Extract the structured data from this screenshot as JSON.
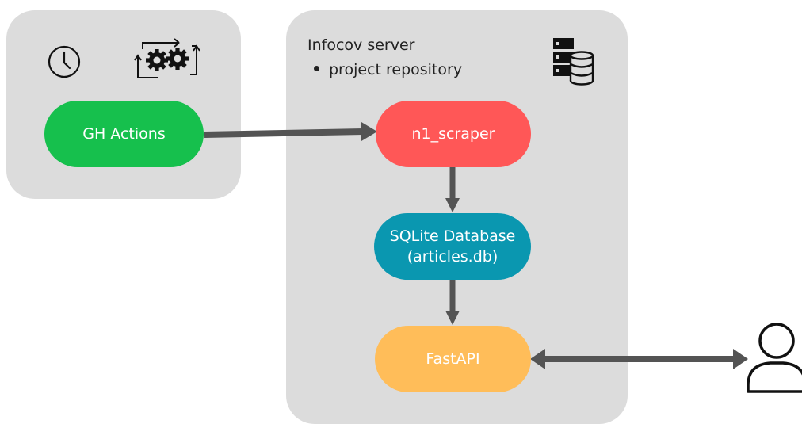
{
  "left_panel": {
    "node_label": "GH Actions",
    "clock_icon": "clock-icon",
    "gears_icon": "gears-cycle-icon"
  },
  "server_panel": {
    "title": "Infocov server",
    "bullet": "project repository",
    "server_icon": "server-database-icon"
  },
  "nodes": {
    "scraper": "n1_scraper",
    "database": "SQLite Database\n(articles.db)",
    "api": "FastAPI"
  },
  "user_icon": "user-icon",
  "colors": {
    "panel": "#dcdcdc",
    "gh_actions": "#16c04d",
    "scraper": "#ff5757",
    "database": "#0a97b0",
    "api": "#ffbd59",
    "arrow": "#545454"
  }
}
